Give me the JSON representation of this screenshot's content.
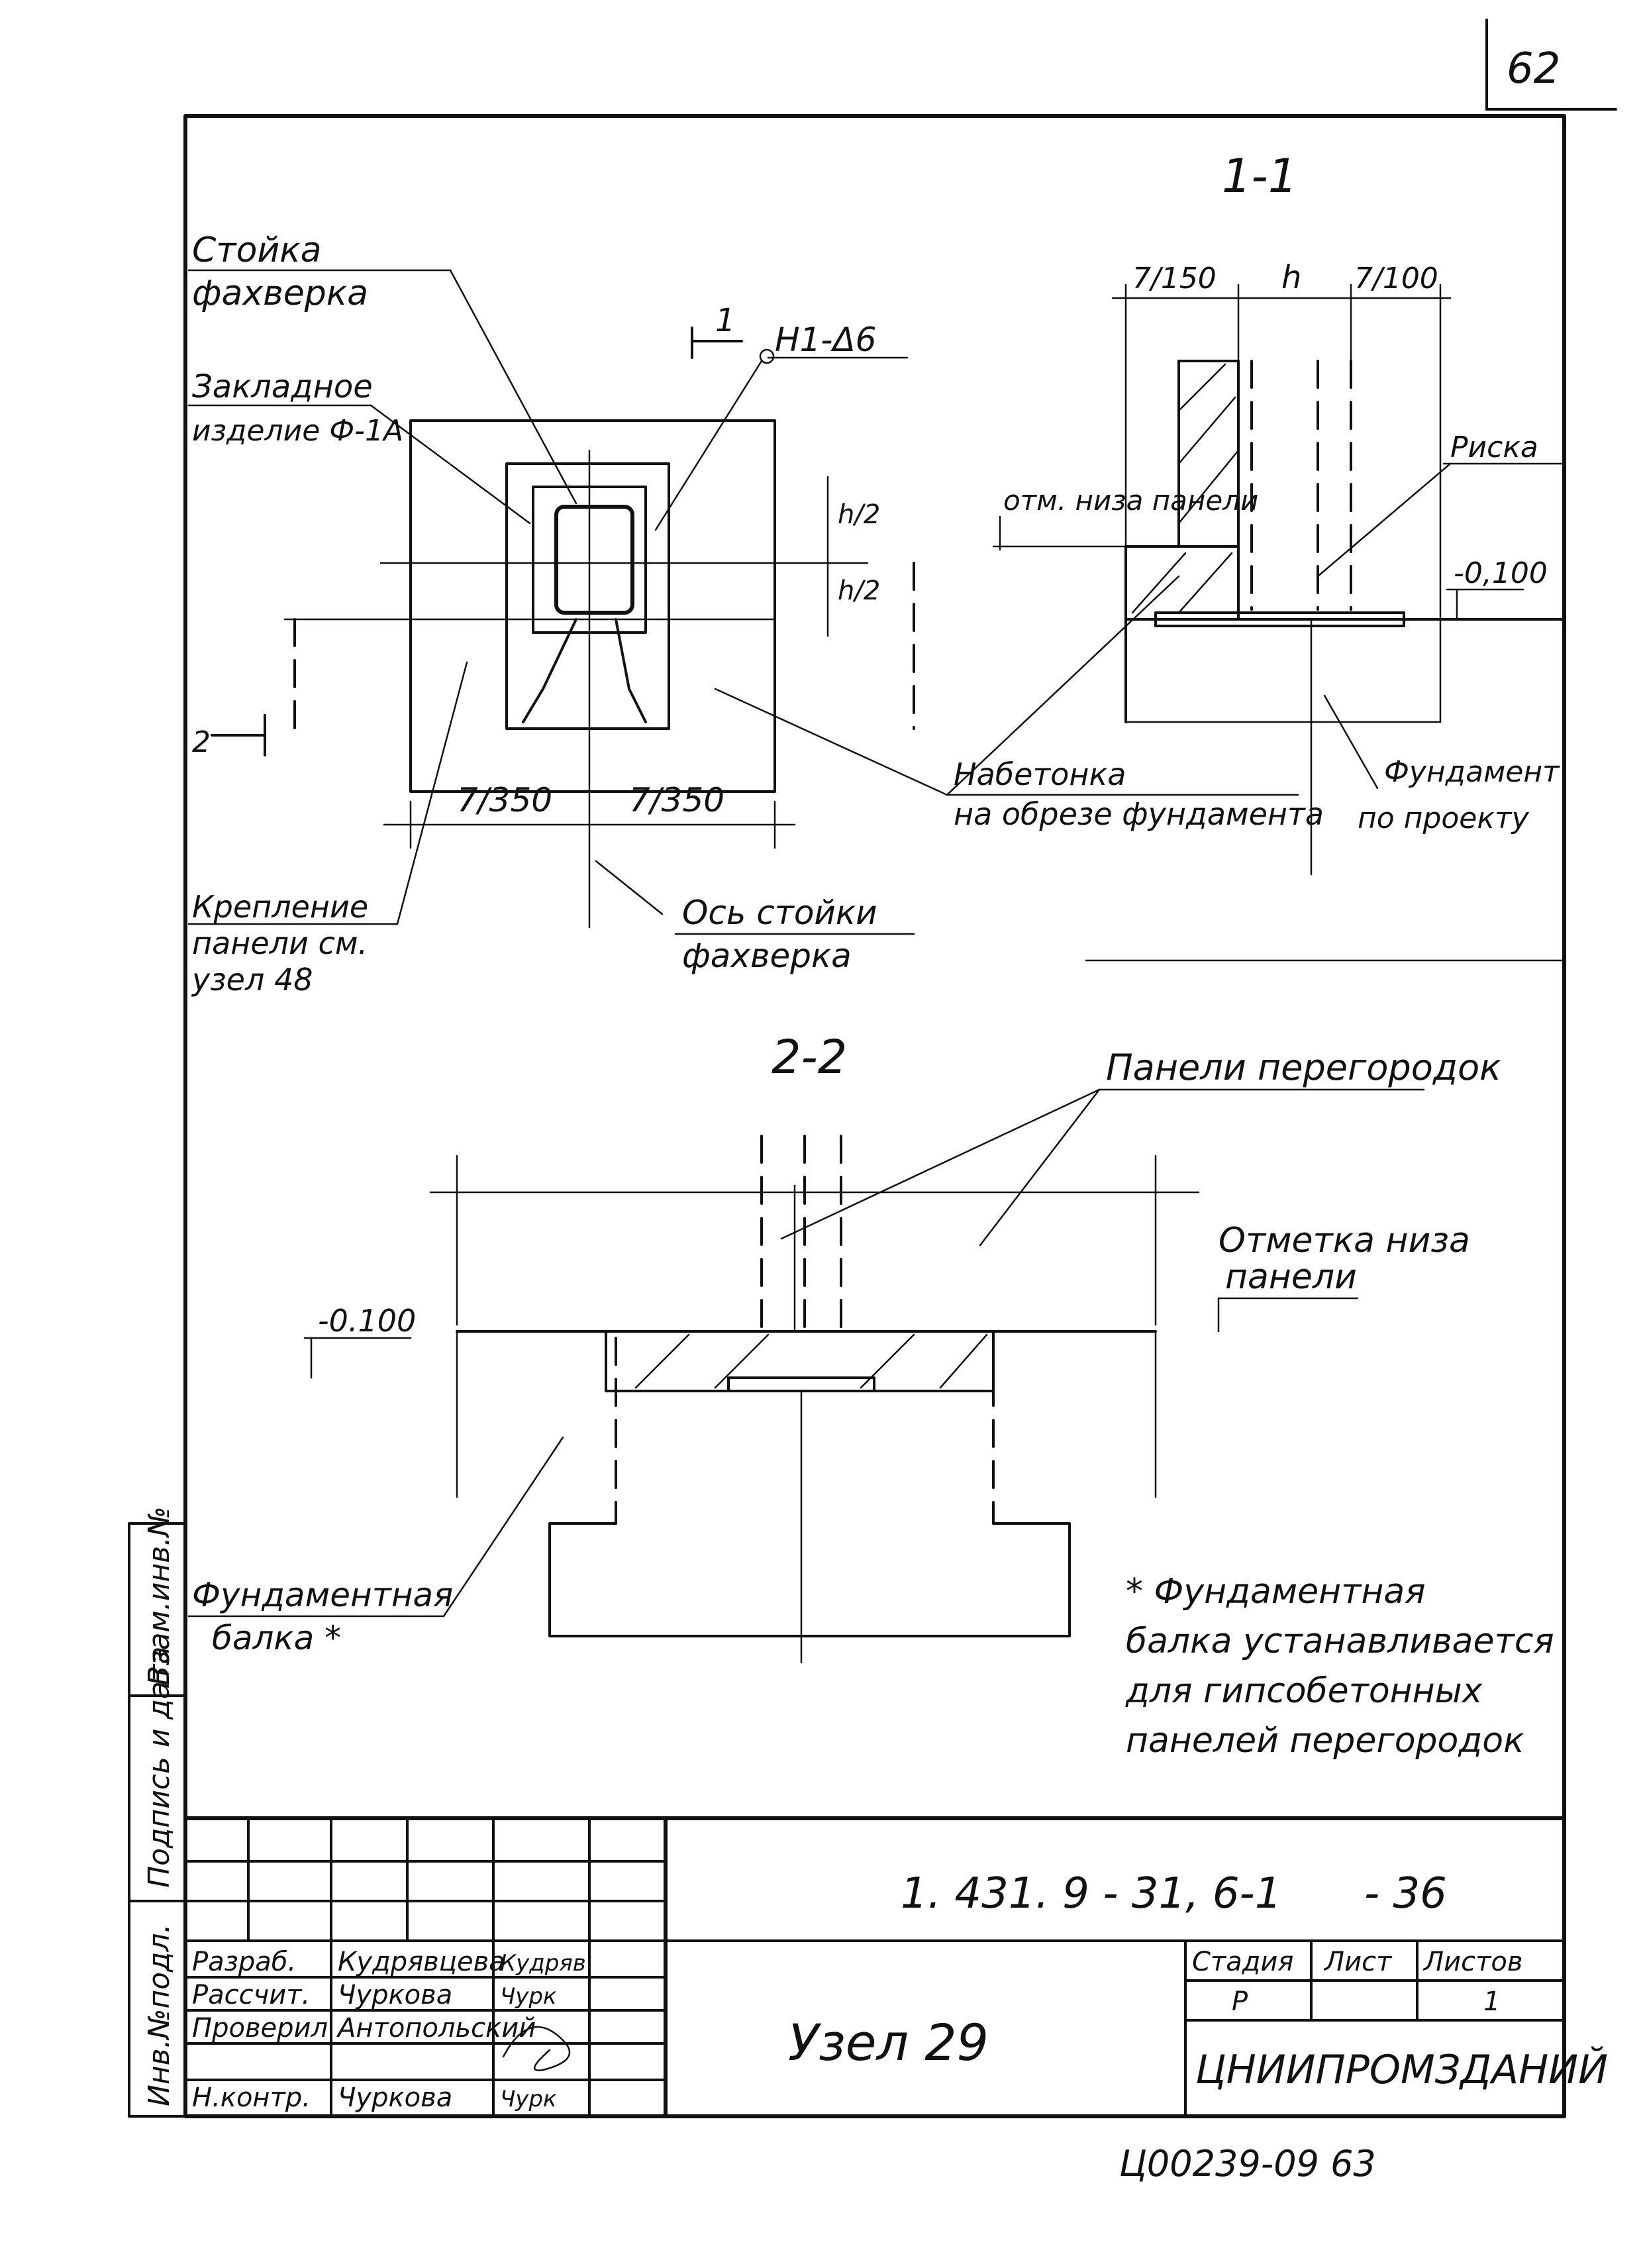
{
  "page_number": "62",
  "section_1_1": {
    "title": "1-1",
    "dims": [
      "7/150",
      "h",
      "7/100"
    ],
    "label_panel_bottom": "отм. низа панели",
    "label_riska": "Риска",
    "level": "-0,100",
    "label_foundation": "Фундамент по проекту"
  },
  "plan": {
    "label_post": "Стойка фахверка",
    "label_embedded": "Закладное изделие Ф-1А",
    "node_ref": "Н1-Δ6",
    "cut_mark_1": "1",
    "cut_mark_2": "2",
    "dims": [
      "7/350",
      "7/350"
    ],
    "dim_h2": "h/2",
    "label_concrete": "Набетонка на обрезе фундамента",
    "label_axis": "Ось стойки фахверка",
    "label_fixing": "Крепление панели см. узел 48"
  },
  "section_2_2": {
    "title": "2-2",
    "label_panels": "Панели перегородок",
    "label_mark": "Отметка низа панели",
    "level": "-0.100",
    "label_beam": "Фундаментная балка *"
  },
  "note": "* Фундаментная балка устанавливается для гипсобетонных панелей перегородок",
  "side_stamp": [
    "Инв.№подл.",
    "Подпись и дата",
    "Взам.инв.№"
  ],
  "title_block": {
    "doc_code": "1. 431. 9 - 31, 6-1",
    "doc_suffix": "- 36",
    "node_title": "Узел 29",
    "roles": [
      {
        "role": "Разраб.",
        "name": "Кудрявцева",
        "sign": "Кудряв"
      },
      {
        "role": "Рассчит.",
        "name": "Чуркова",
        "sign": "Чурк"
      },
      {
        "role": "Проверил",
        "name": "Антопольский",
        "sign": ""
      },
      {
        "role": "",
        "name": "",
        "sign": ""
      },
      {
        "role": "Н.контр.",
        "name": "Чуркова",
        "sign": "Чурк"
      }
    ],
    "stage_headers": [
      "Стадия",
      "Лист",
      "Листов"
    ],
    "stage_values": [
      "Р",
      "",
      "1"
    ],
    "organization": "ЦНИИПРОМЗДАНИЙ"
  },
  "archive_code": "Ц00239-09 63"
}
